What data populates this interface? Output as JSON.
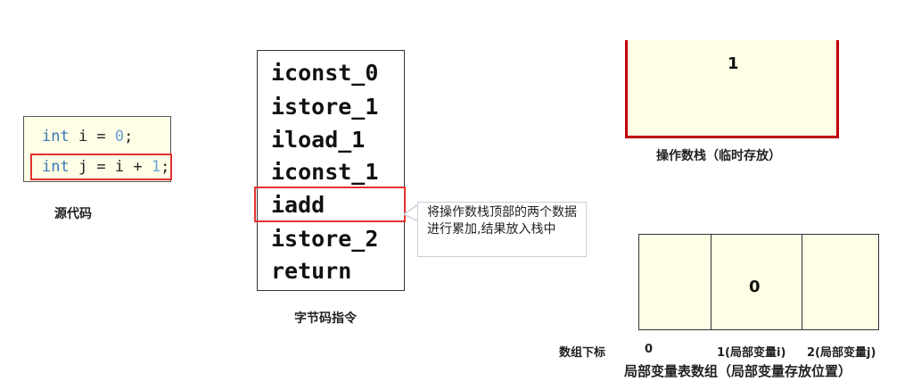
{
  "source": {
    "line1": {
      "kw": "int",
      "rest": " i = ",
      "num": "0",
      "end": ";"
    },
    "line2": {
      "kw": "int",
      "rest": " j = i + ",
      "num": "1",
      "end": ";"
    },
    "caption": "源代码"
  },
  "bytecode": {
    "instructions": [
      "iconst_0",
      "istore_1",
      "iload_1",
      "iconst_1",
      "iadd",
      "istore_2",
      "return"
    ],
    "highlighted": "iadd",
    "caption": "字节码指令"
  },
  "note": {
    "text": "将操作数栈顶部的两个数据进行累加,结果放入栈中"
  },
  "operand_stack": {
    "values": [
      "1"
    ],
    "caption": "操作数栈（临时存放）"
  },
  "local_variables": {
    "values": [
      "",
      "0",
      ""
    ],
    "index_label": "数组下标",
    "indices": [
      "0",
      "1(局部变量i)",
      "2(局部变量j)"
    ],
    "caption": "局部变量表数组（局部变量存放位置）"
  },
  "colors": {
    "highlight": "#e53030",
    "stack_border": "#c00000",
    "cell_fill": "#fefee6"
  }
}
